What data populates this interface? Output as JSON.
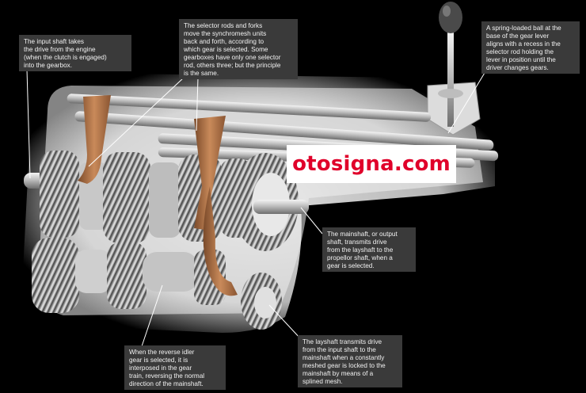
{
  "callouts": {
    "input_shaft": "The input shaft takes\nthe drive from the engine\n(when the clutch is engaged)\ninto the gearbox.",
    "selector_rods": "The selector rods and forks\nmove the synchromesh units\nback and forth, according to\nwhich gear is selected. Some\ngearboxes have only one selector\nrod, others three; but the principle\nis the same.",
    "spring_ball": "A spring-loaded ball at the\nbase of the gear lever\naligns with a recess in the\nselector rod holding the\nlever in position until the\ndriver changes gears.",
    "mainshaft": "The mainshaft, or output\nshaft, transmits drive\nfrom the layshaft to the\npropellor shaft, when a\ngear is selected.",
    "reverse_idler": "When the reverse idler\ngear is selected, it is\ninterposed in the gear\ntrain, reversing the normal\ndirection of the mainshaft.",
    "layshaft": "The layshaft transmits drive\nfrom the input shaft to the\nmainshaft when a constantly\nmeshed gear is locked to the\nmainshaft by means of a\nsplined mesh."
  },
  "watermark": "otosigna.com",
  "colors": {
    "background": "#000000",
    "callout_bg": "#3a3a3a",
    "callout_text": "#f2f2f2",
    "fork": "#b8784a",
    "metal": "#c8c8c8",
    "watermark": "#e0002a"
  }
}
